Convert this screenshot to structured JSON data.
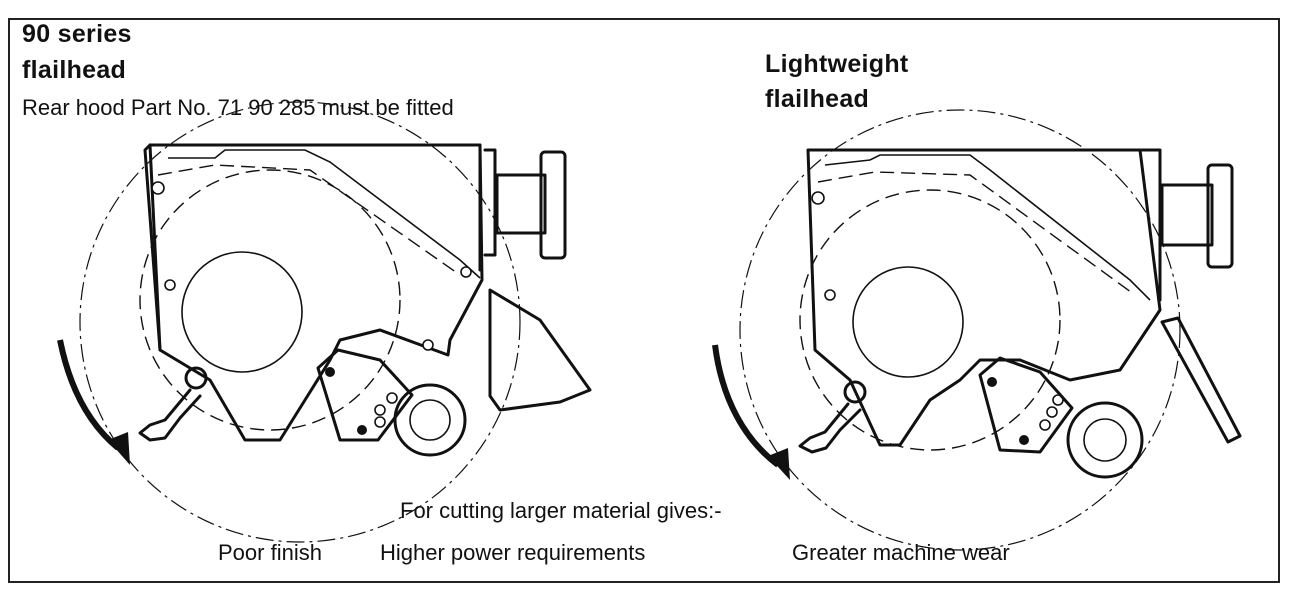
{
  "left_panel": {
    "title_line1": "90 series",
    "title_line2": "flailhead",
    "note": "Rear hood Part No. 71 90 285 must be fitted"
  },
  "right_panel": {
    "title_line1": "Lightweight",
    "title_line2": "flailhead"
  },
  "caption": {
    "line1": "For cutting larger material gives:-",
    "item1": "Poor finish",
    "item2": "Higher power requirements",
    "item3": "Greater machine wear"
  }
}
